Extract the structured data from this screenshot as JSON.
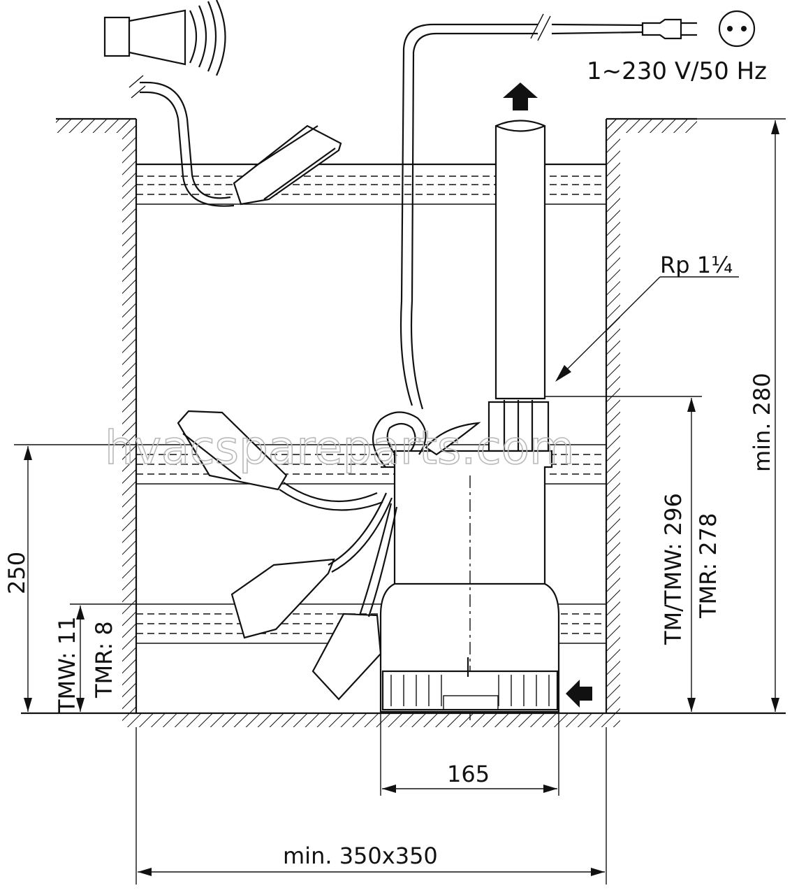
{
  "labels": {
    "voltage": "1~230 V/50 Hz",
    "thread": "Rp 1¼",
    "min_depth": "min. 280",
    "tm_tmw": "TM/TMW: 296",
    "tmr": "TMR: 278",
    "level_250": "250",
    "tmw_11": "TMW: 11",
    "tmr_8": "TMR: 8",
    "width_165": "165",
    "shaft": "min. 350x350"
  },
  "watermark": "hvacspareparts.com",
  "colors": {
    "line": "#111111",
    "background": "#ffffff",
    "watermark": "#b9b9b9"
  }
}
